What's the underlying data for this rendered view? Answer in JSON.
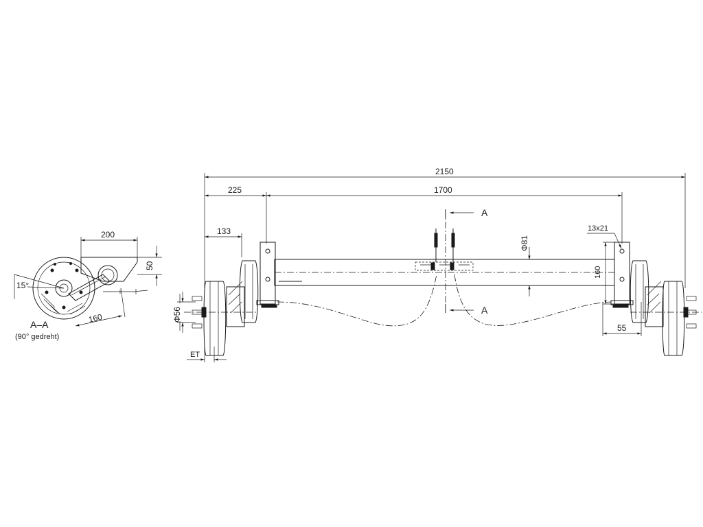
{
  "dimensions": {
    "overall_width": "2150",
    "flange_offset": "225",
    "flange_spacing": "1700",
    "hub_offset": "133",
    "tube_diameter": "Φ81",
    "flange_height": "160",
    "bolt_hole": "13x21",
    "hub_diameter": "Φ56",
    "flange_width": "55",
    "et_label": "ET",
    "side_width": "200",
    "side_height": "50",
    "side_radius": "160",
    "side_angle": "15°"
  },
  "section": {
    "marker_top": "A",
    "marker_bottom": "A",
    "title": "A–A",
    "subtitle": "(90° gedreht)"
  }
}
